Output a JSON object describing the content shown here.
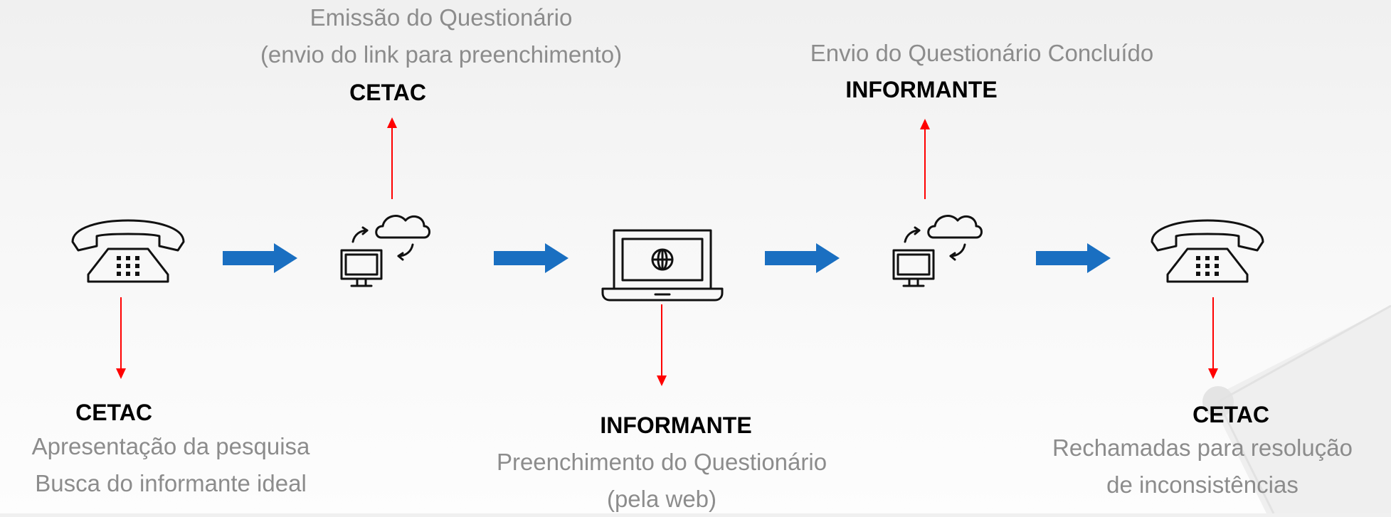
{
  "step1": {
    "actor": "CETAC",
    "description_line1": "Apresentação da pesquisa",
    "description_line2": "Busca do informante ideal",
    "icon": "telephone-icon"
  },
  "step2": {
    "actor": "CETAC",
    "description_line1": "Emissão do Questionário",
    "description_line2": "(envio do link para preenchimento)",
    "icon": "cloud-sync-computer-icon"
  },
  "step3": {
    "actor": "INFORMANTE",
    "description_line1": "Preenchimento do Questionário",
    "description_line2": "(pela web)",
    "icon": "laptop-web-icon"
  },
  "step4": {
    "actor": "INFORMANTE",
    "description_line1": "Envio do Questionário Concluído",
    "icon": "cloud-sync-computer-icon"
  },
  "step5": {
    "actor": "CETAC",
    "description_line1": "Rechamadas para resolução",
    "description_line2": "de inconsistências",
    "icon": "telephone-icon"
  },
  "colors": {
    "flow_arrow": "#1a6fc1",
    "pointer_arrow": "#ff0000",
    "actor_text": "#000000",
    "description_text": "#8c8c8c"
  }
}
